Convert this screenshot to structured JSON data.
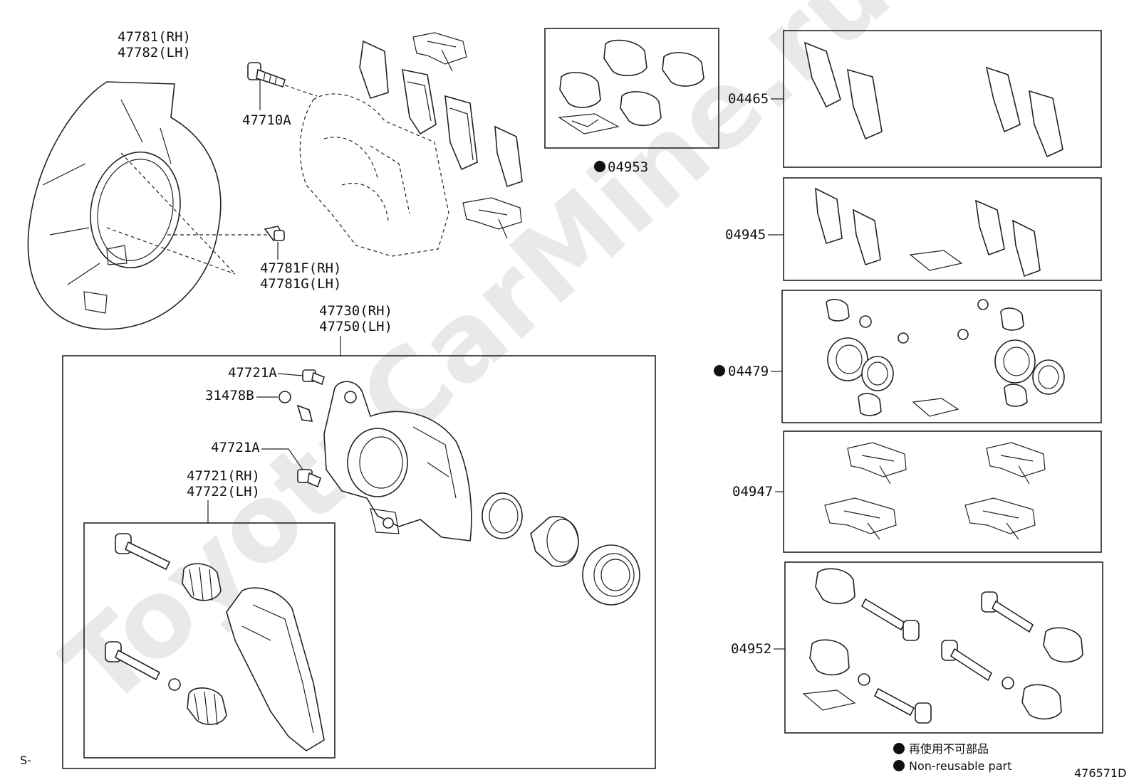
{
  "watermark": "ToyotaCarMine.ru",
  "labels": {
    "shield_rh": "47781(RH)",
    "shield_lh": "47782(LH)",
    "bolt_47710a": "47710A",
    "bolt_f_rh": "47781F(RH)",
    "bolt_g_lh": "47781G(LH)",
    "caliper_rh": "47730(RH)",
    "caliper_lh": "47750(LH)",
    "bleeder_top": "47721A",
    "cap_31478b": "31478B",
    "bleeder_mid": "47721A",
    "pin_rh": "47721(RH)",
    "pin_lh": "47722(LH)",
    "kit_04953": "04953",
    "kit_04465": "04465",
    "kit_04945": "04945",
    "kit_04479": "04479",
    "kit_04947": "04947",
    "kit_04952": "04952"
  },
  "legend": {
    "non_reusable_jp": "再使用不可部品",
    "non_reusable_en": "Non-reusable part"
  },
  "footer": {
    "left_code": "S-",
    "illustration_id": "476571D"
  }
}
